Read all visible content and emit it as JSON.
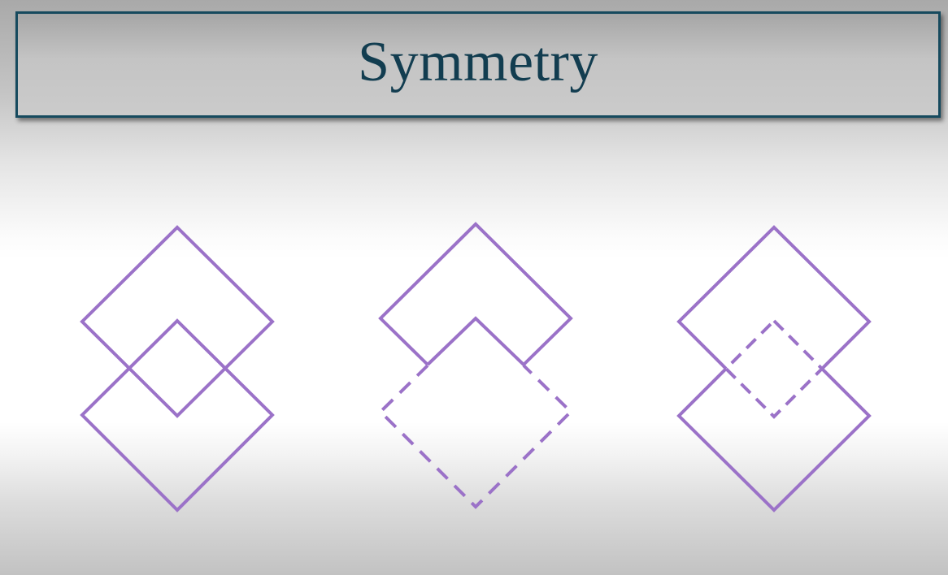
{
  "slide": {
    "title": "Symmetry"
  },
  "colors": {
    "title_text": "#123d50",
    "title_border": "#164a5e",
    "shape_stroke": "#9b72c8"
  },
  "figures": [
    {
      "name": "overlapping-squares-solid",
      "style": "solid-both"
    },
    {
      "name": "overlapping-squares-bottom-dashed",
      "style": "top-solid-bottom-dashed"
    },
    {
      "name": "overlapping-squares-overlap-dashed",
      "style": "outer-solid-overlap-dashed"
    }
  ]
}
